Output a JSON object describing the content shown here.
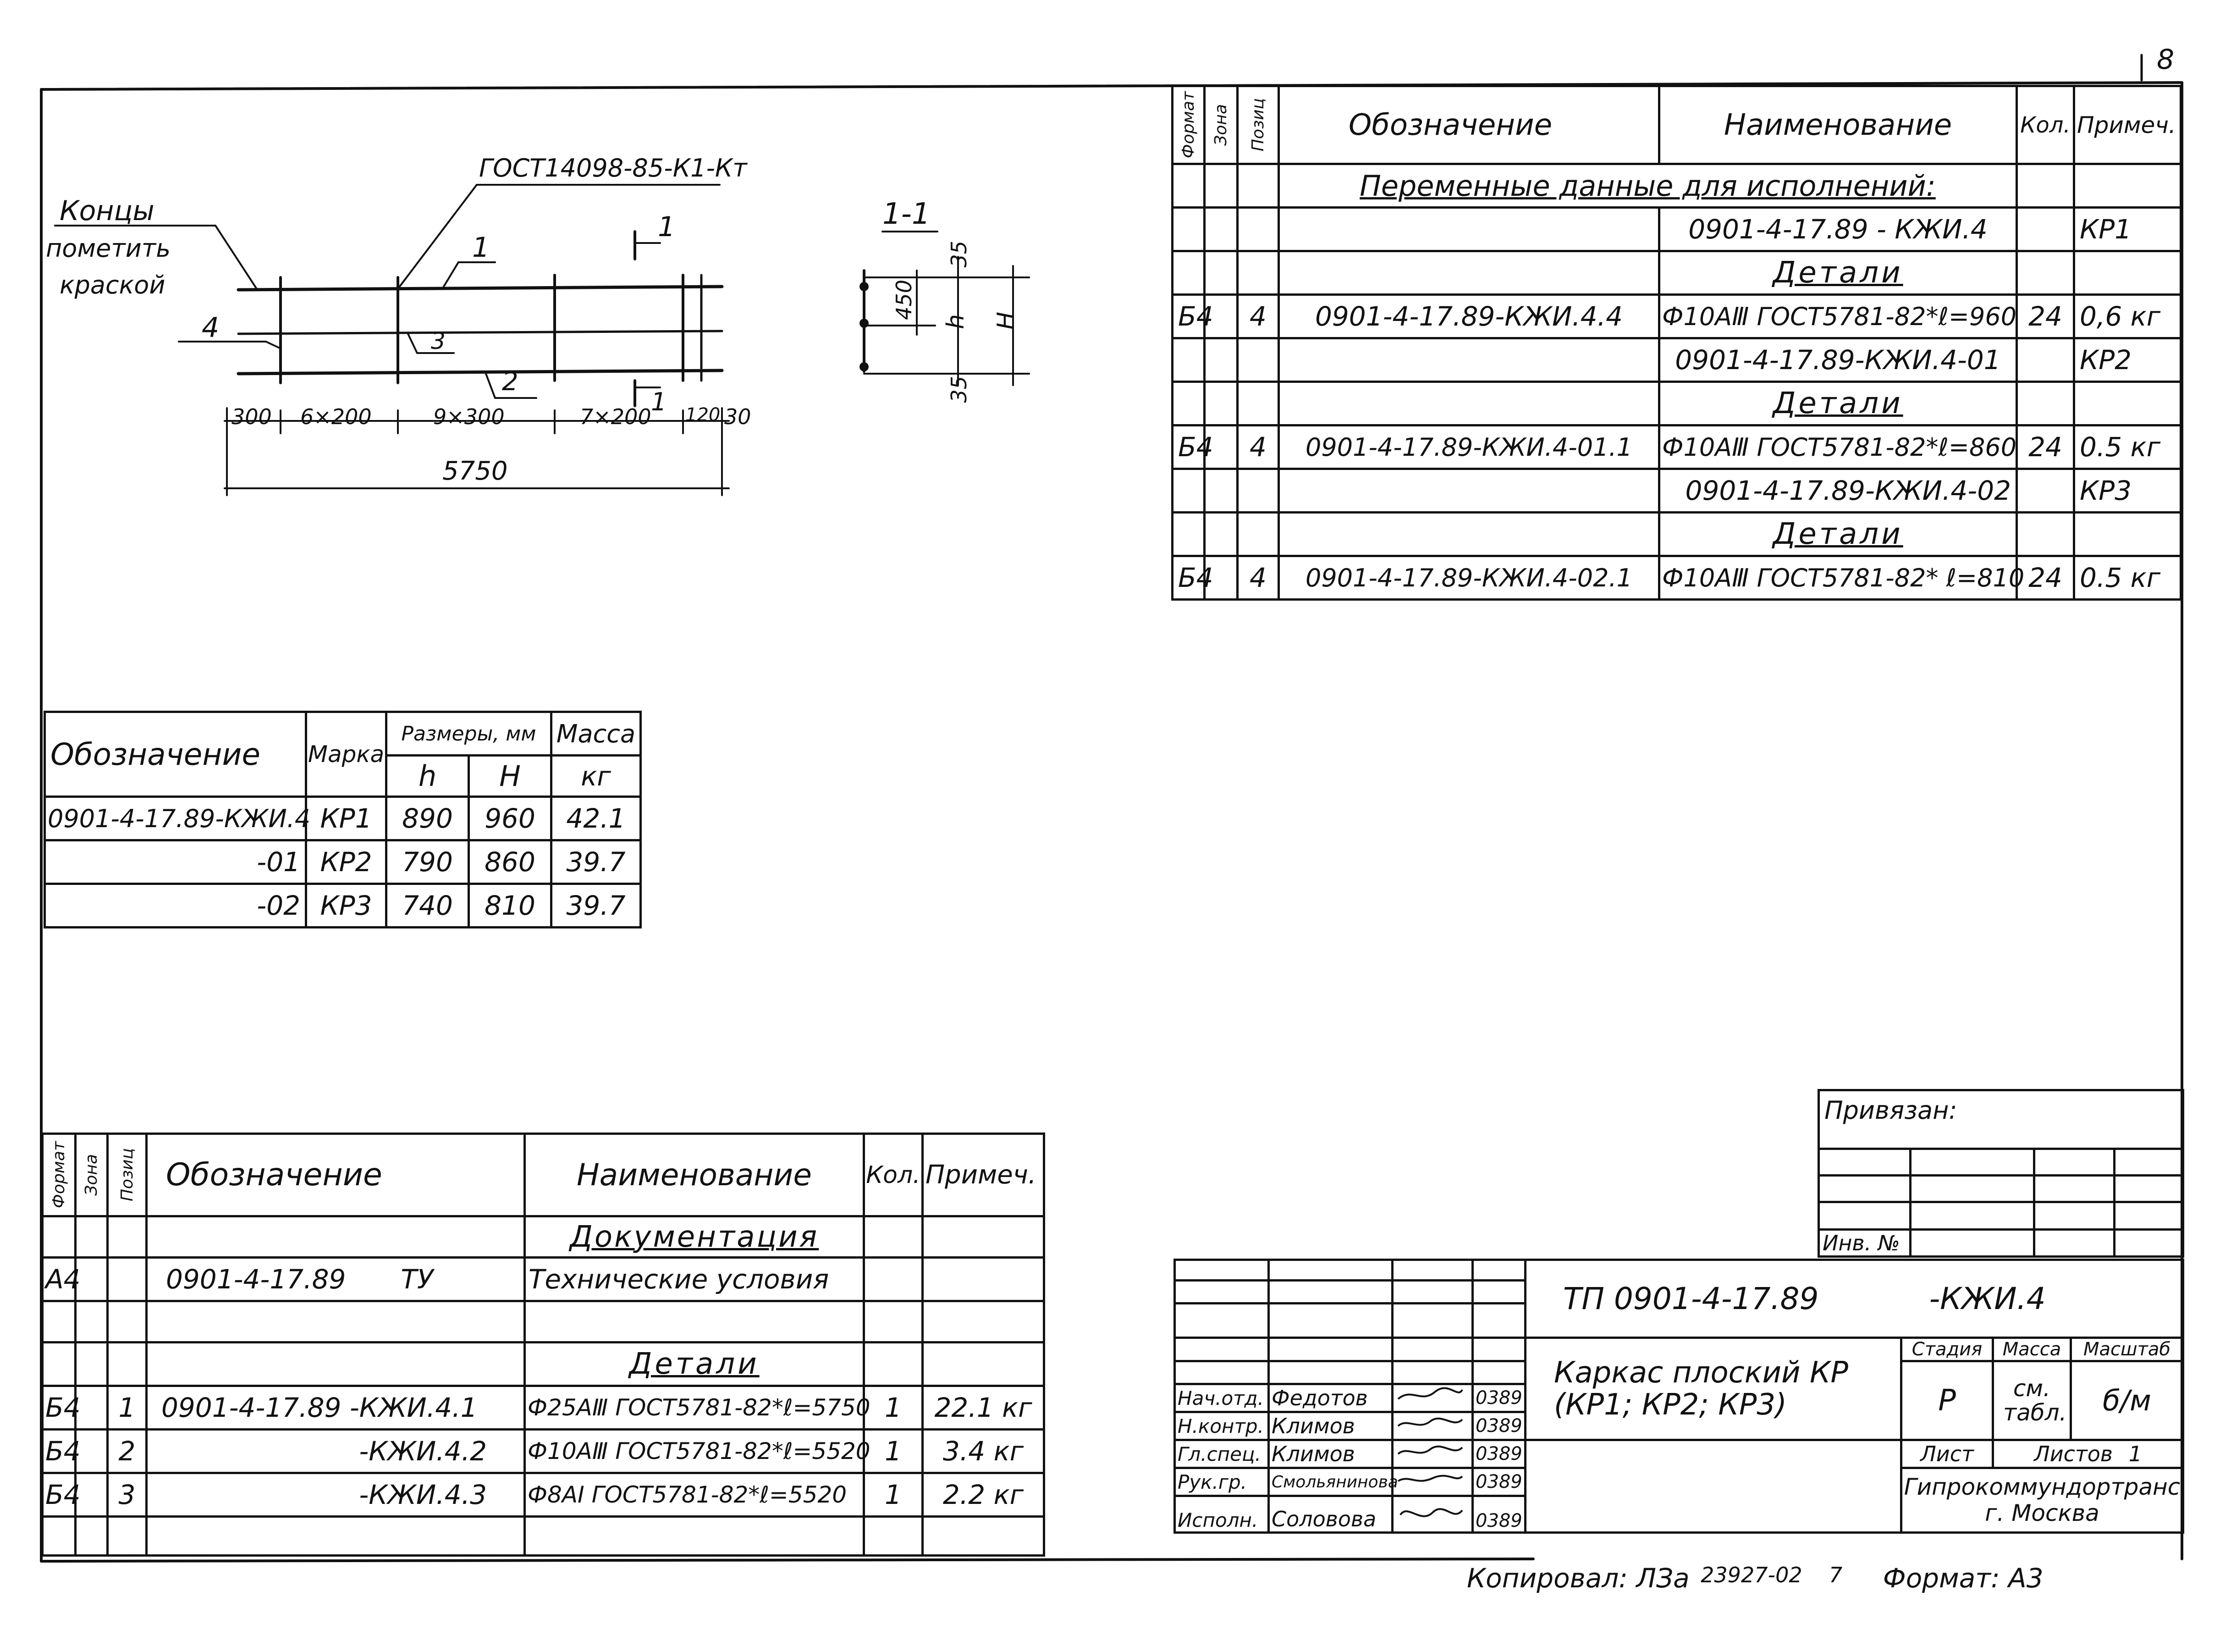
{
  "page_corner_number": "8",
  "drawing": {
    "leader_note": [
      "Концы",
      "пометить",
      "краской"
    ],
    "gost_label": "ГОСТ14098-85-К1-Кт",
    "pos_labels": [
      "1",
      "2",
      "3",
      "4"
    ],
    "section_mark": "1",
    "dim_segments": [
      "300",
      "6×200",
      "9×300",
      "7×200",
      "120",
      "30"
    ],
    "total_length": "5750",
    "section": {
      "title": "1-1",
      "d35_top": "35",
      "d450": "450",
      "h": "h",
      "H": "H",
      "d35_bottom": "35"
    }
  },
  "variable_spec": {
    "headers": {
      "format": "Формат",
      "zone": "Зона",
      "pos": "Позиц",
      "designation": "Обозначение",
      "name": "Наименование",
      "qty": "Кол.",
      "note": "Примеч."
    },
    "title": "Переменные данные для исполнений:",
    "rows": [
      {
        "format": "",
        "pos": "",
        "designation": "",
        "name": "0901-4-17.89 - КЖИ.4",
        "qty": "",
        "note": "КР1"
      },
      {
        "format": "",
        "pos": "",
        "designation": "",
        "name": "Детали",
        "qty": "",
        "note": ""
      },
      {
        "format": "Б4",
        "pos": "4",
        "designation": "0901-4-17.89-КЖИ.4.4",
        "name": "Ф10АⅢ ГОСТ5781-82*ℓ=960",
        "qty": "24",
        "note": "0,6 кг"
      },
      {
        "format": "",
        "pos": "",
        "designation": "",
        "name": "0901-4-17.89-КЖИ.4-01",
        "qty": "",
        "note": "КР2"
      },
      {
        "format": "",
        "pos": "",
        "designation": "",
        "name": "Детали",
        "qty": "",
        "note": ""
      },
      {
        "format": "Б4",
        "pos": "4",
        "designation": "0901-4-17.89-КЖИ.4-01.1",
        "name": "Ф10АⅢ ГОСТ5781-82*ℓ=860",
        "qty": "24",
        "note": "0.5 кг"
      },
      {
        "format": "",
        "pos": "",
        "designation": "",
        "name": "0901-4-17.89-КЖИ.4-02",
        "qty": "",
        "note": "КР3"
      },
      {
        "format": "",
        "pos": "",
        "designation": "",
        "name": "Детали",
        "qty": "",
        "note": ""
      },
      {
        "format": "Б4",
        "pos": "4",
        "designation": "0901-4-17.89-КЖИ.4-02.1",
        "name": "Ф10АⅢ ГОСТ5781-82* ℓ=810",
        "qty": "24",
        "note": "0.5 кг"
      }
    ]
  },
  "mark_table": {
    "headers": {
      "designation": "Обозначение",
      "mark": "Марка",
      "sizes": "Размеры, мм",
      "h": "h",
      "H": "H",
      "mass": "Масса",
      "mass_unit": "кг"
    },
    "rows": [
      {
        "designation": "0901-4-17.89-КЖИ.4",
        "mark": "КР1",
        "h": "890",
        "H": "960",
        "mass": "42.1"
      },
      {
        "designation": "-01",
        "mark": "КР2",
        "h": "790",
        "H": "860",
        "mass": "39.7"
      },
      {
        "designation": "-02",
        "mark": "КР3",
        "h": "740",
        "H": "810",
        "mass": "39.7"
      }
    ]
  },
  "main_spec": {
    "headers": {
      "format": "Формат",
      "zone": "Зона",
      "pos": "Позиц",
      "designation": "Обозначение",
      "name": "Наименование",
      "qty": "Кол.",
      "note": "Примеч."
    },
    "rows": [
      {
        "format": "",
        "pos": "",
        "designation": "",
        "desig2": "",
        "name": "Документация",
        "qty": "",
        "note": ""
      },
      {
        "format": "А4",
        "pos": "",
        "designation": "0901-4-17.89",
        "desig2": "ТУ",
        "name": "Технические условия",
        "qty": "",
        "note": ""
      },
      {
        "format": "",
        "pos": "",
        "designation": "",
        "desig2": "",
        "name": "",
        "qty": "",
        "note": ""
      },
      {
        "format": "",
        "pos": "",
        "designation": "",
        "desig2": "",
        "name": "Детали",
        "qty": "",
        "note": ""
      },
      {
        "format": "Б4",
        "pos": "1",
        "designation": "0901-4-17.89 -КЖИ.4.1",
        "desig2": "",
        "name": "Ф25АⅢ ГОСТ5781-82*ℓ=5750",
        "qty": "1",
        "note": "22.1 кг"
      },
      {
        "format": "Б4",
        "pos": "2",
        "designation": "-КЖИ.4.2",
        "desig2": "",
        "name": "Ф10АⅢ ГОСТ5781-82*ℓ=5520",
        "qty": "1",
        "note": "3.4 кг"
      },
      {
        "format": "Б4",
        "pos": "3",
        "designation": "-КЖИ.4.3",
        "desig2": "",
        "name": "Ф8АⅠ ГОСТ5781-82*ℓ=5520",
        "qty": "1",
        "note": "2.2 кг"
      },
      {
        "format": "",
        "pos": "",
        "designation": "",
        "desig2": "",
        "name": "",
        "qty": "",
        "note": ""
      }
    ]
  },
  "title_block": {
    "privyazan": "Привязан:",
    "inv_no": "Инв. №",
    "doc_code": "ТП 0901-4-17.89",
    "doc_suffix": "-КЖИ.4",
    "title_line1": "Каркас плоский КР",
    "title_line2": "(КР1; КР2; КР3)",
    "stage_label": "Стадия",
    "mass_label": "Масса",
    "scale_label": "Масштаб",
    "stage_value": "Р",
    "mass_value": "см. табл.",
    "scale_value": "б/м",
    "sheet_label": "Лист",
    "sheets_label": "Листов",
    "sheets_value": "1",
    "org_line1": "Гипрокоммундортранс",
    "org_line2": "г. Москва",
    "signers": [
      {
        "role": "Нач.отд.",
        "name": "Федотов",
        "date": "0389"
      },
      {
        "role": "Н.контр.",
        "name": "Климов",
        "date": "0389"
      },
      {
        "role": "Гл.спец.",
        "name": "Климов",
        "date": "0389"
      },
      {
        "role": "Рук.гр.",
        "name": "Смольянинова",
        "date": "0389"
      },
      {
        "role": "Исполн.",
        "name": "Соловова",
        "date": "0389"
      }
    ]
  },
  "footer": {
    "copied": "Копировал:",
    "copier": "ЛЗа",
    "number": "23927-02",
    "num7": "7",
    "format": "Формат: А3"
  }
}
